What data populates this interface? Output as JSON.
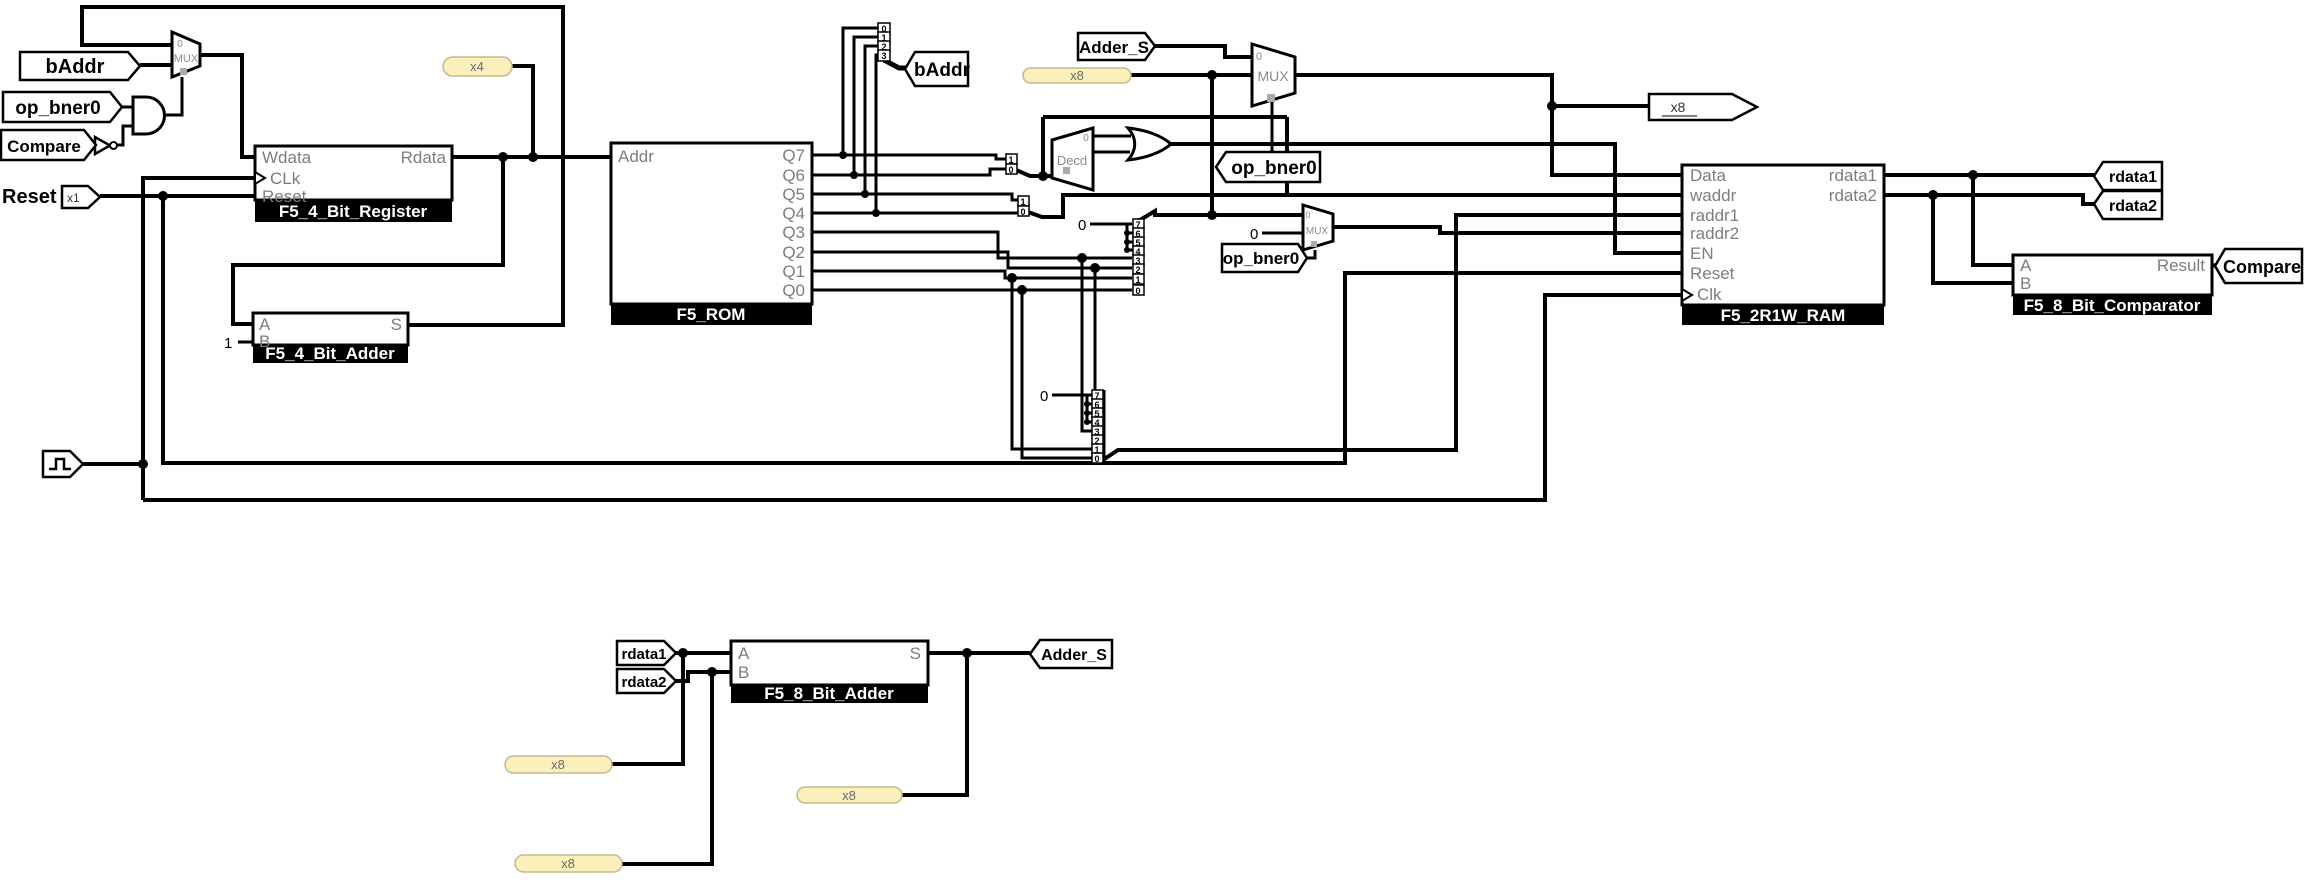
{
  "colors": {
    "wire": "#000000",
    "probe_fill": "#FBF0BB",
    "probe_border": "#C4B98C",
    "probe_text": "#6b6b6b",
    "pin_label": "#7d7d7d",
    "title_bg": "#000000",
    "title_fg": "#ffffff"
  },
  "blocks": {
    "register": {
      "title": "F5_4_Bit_Register",
      "pins": {
        "wdata": "Wdata",
        "clk": "CLk",
        "reset": "Reset",
        "rdata": "Rdata"
      }
    },
    "rom": {
      "title": "F5_ROM",
      "pins": {
        "addr": "Addr",
        "q7": "Q7",
        "q6": "Q6",
        "q5": "Q5",
        "q4": "Q4",
        "q3": "Q3",
        "q2": "Q2",
        "q1": "Q1",
        "q0": "Q0"
      }
    },
    "adder4": {
      "title": "F5_4_Bit_Adder",
      "pins": {
        "a": "A",
        "b": "B",
        "s": "S"
      }
    },
    "ram": {
      "title": "F5_2R1W_RAM",
      "pins": {
        "data": "Data",
        "waddr": "waddr",
        "raddr1": "raddr1",
        "raddr2": "raddr2",
        "en": "EN",
        "reset": "Reset",
        "clk": "Clk",
        "rdata1": "rdata1",
        "rdata2": "rdata2"
      }
    },
    "comparator": {
      "title": "F5_8_Bit_Comparator",
      "pins": {
        "a": "A",
        "b": "B",
        "result": "Result"
      }
    },
    "adder8": {
      "title": "F5_8_Bit_Adder",
      "pins": {
        "a": "A",
        "b": "B",
        "s": "S"
      }
    }
  },
  "tunnels": {
    "baddr": "bAddr",
    "op_bner0": "op_bner0",
    "compare": "Compare",
    "adder_s": "Adder_S",
    "rdata1": "rdata1",
    "rdata2": "rdata2"
  },
  "inputs": {
    "reset_label": "Reset",
    "reset_bits": "x1"
  },
  "probes": {
    "x4": "x4",
    "x8": "x8"
  },
  "gates": {
    "mux": "MUX",
    "decoder": "Decd",
    "mux_zero": "0"
  },
  "constants": {
    "zero": "0",
    "one": "1"
  },
  "splitter": {
    "bits4": [
      "0",
      "1",
      "2",
      "3"
    ],
    "bits8": [
      "7",
      "6",
      "5",
      "4",
      "3",
      "2",
      "1",
      "0"
    ]
  }
}
